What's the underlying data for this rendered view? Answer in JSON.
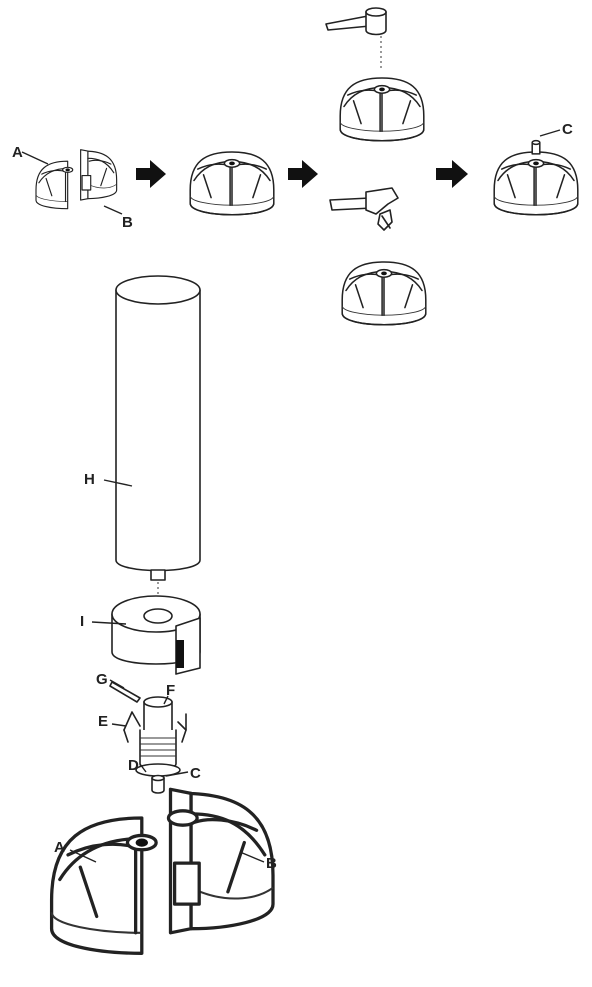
{
  "labels": {
    "a": "A",
    "b": "B",
    "c": "C",
    "d": "D",
    "e": "E",
    "f": "F",
    "g": "G",
    "h": "H",
    "i": "I"
  },
  "colors": {
    "line": "#222222",
    "background": "#ffffff",
    "arrow": "#111111"
  }
}
